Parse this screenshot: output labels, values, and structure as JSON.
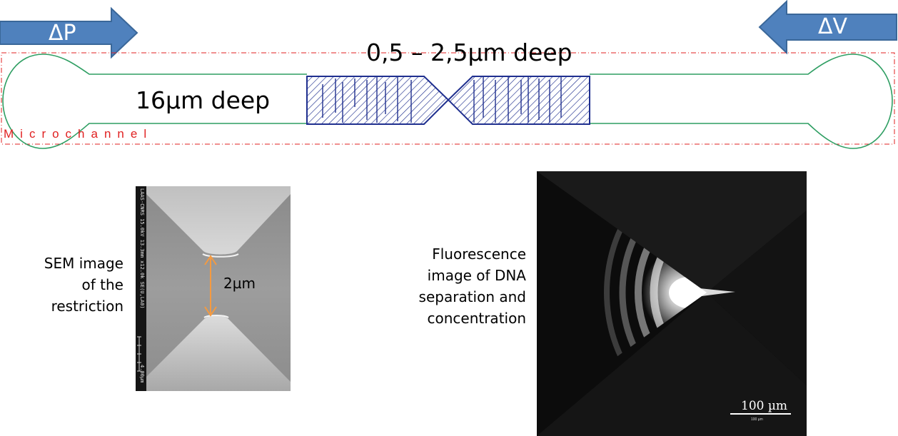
{
  "arrows": {
    "left_label": "ΔP",
    "right_label": "ΔV"
  },
  "labels": {
    "restriction_depth": "0,5 – 2,5µm deep",
    "channel_depth": "16µm deep",
    "microchannel": "Microchannel"
  },
  "sem": {
    "caption_lines": [
      "SEM image",
      "of the",
      "restriction"
    ],
    "gap_label": "2µm",
    "side_text": "LAAS-CNRS 15.0kV 13.3mm x12.0k SE(U,LA0)",
    "side_scale": "4.00µm"
  },
  "fluorescence": {
    "caption_lines": [
      "Fluorescence",
      "image of DNA",
      "separation and",
      "concentration"
    ],
    "scale_label": "100 µm",
    "scale_sublabel": "100 µm"
  },
  "colors": {
    "arrow_fill": "#4f81bd",
    "arrow_stroke": "#3a6799",
    "channel_outline": "#2e9e62",
    "restriction_hatch": "#1f2f8f",
    "dashed_box": "#e02020",
    "gap_arrow": "#f59a40"
  }
}
